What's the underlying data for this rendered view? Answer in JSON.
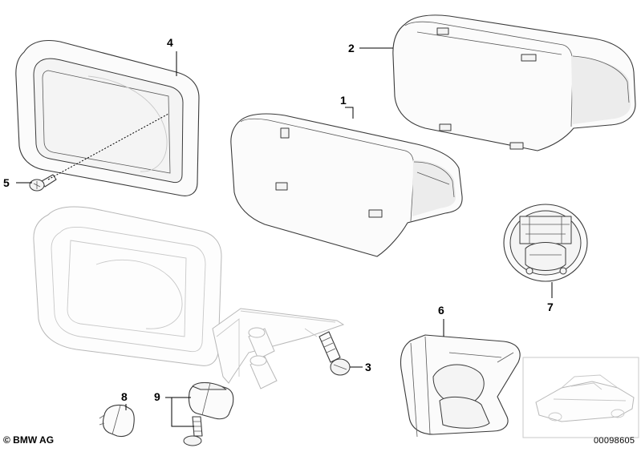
{
  "callouts": [
    {
      "id": "1",
      "label": "1"
    },
    {
      "id": "2",
      "label": "2"
    },
    {
      "id": "3",
      "label": "3"
    },
    {
      "id": "4",
      "label": "4"
    },
    {
      "id": "5",
      "label": "5"
    },
    {
      "id": "6",
      "label": "6"
    },
    {
      "id": "7",
      "label": "7"
    },
    {
      "id": "8",
      "label": "8"
    },
    {
      "id": "9",
      "label": "9"
    }
  ],
  "copyright": "© BMW AG",
  "diagram_code": "00098605",
  "colors": {
    "line": "#3a3a3a",
    "ghost": "#b8b8b8",
    "background": "#ffffff"
  }
}
